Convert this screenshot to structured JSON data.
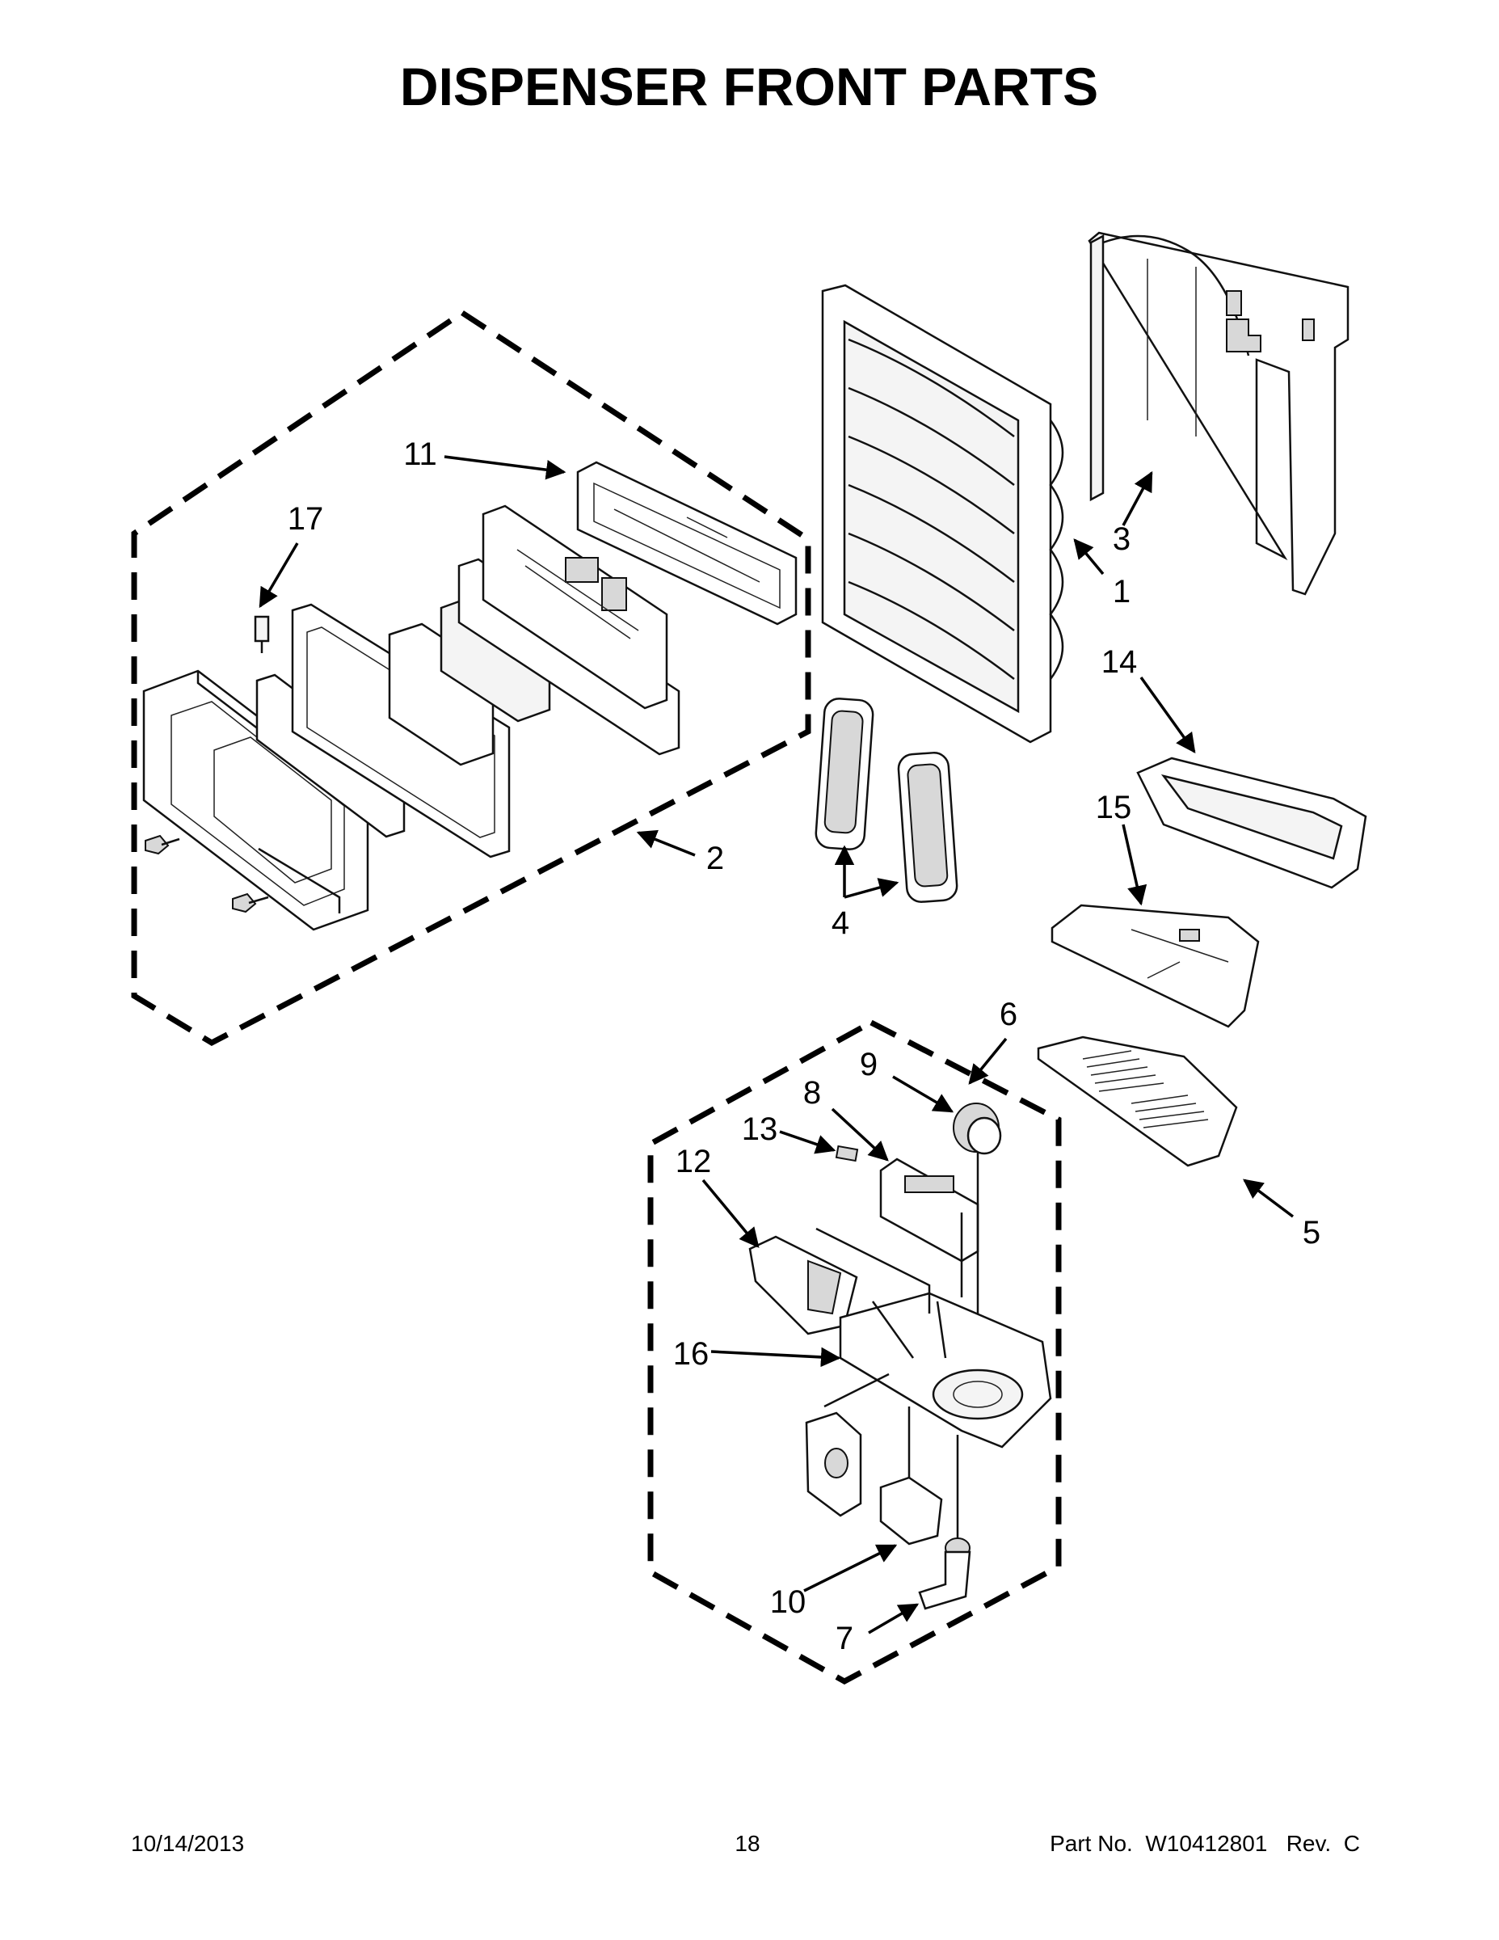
{
  "title": "DISPENSER FRONT PARTS",
  "callouts": {
    "c1": "1",
    "c2": "2",
    "c3": "3",
    "c4": "4",
    "c5": "5",
    "c6": "6",
    "c7": "7",
    "c8": "8",
    "c9": "9",
    "c10": "10",
    "c11": "11",
    "c12": "12",
    "c13": "13",
    "c14": "14",
    "c15": "15",
    "c16": "16",
    "c17": "17"
  },
  "footer": {
    "date": "10/14/2013",
    "page": "18",
    "part_no": "Part No.  W10412801   Rev.  C"
  }
}
